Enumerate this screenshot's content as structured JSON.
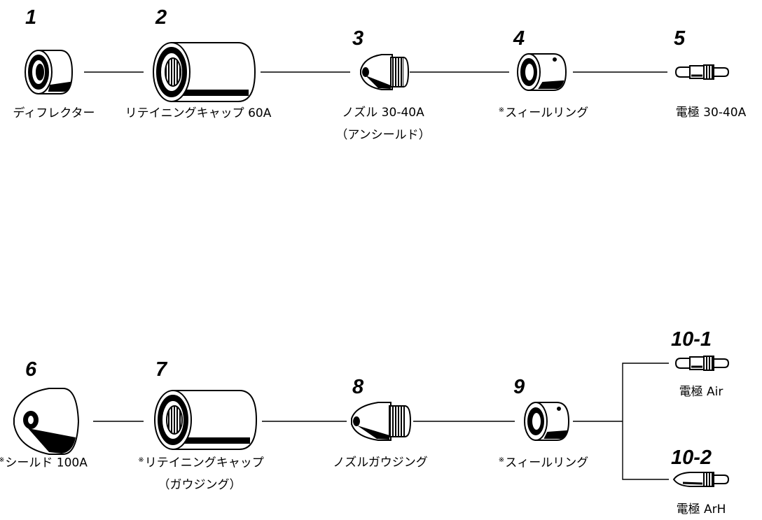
{
  "row1": [
    {
      "number": "1",
      "label": "ディフレクター",
      "note_mark": "",
      "sub": ""
    },
    {
      "number": "2",
      "label": "リテイニングキャップ 60A",
      "note_mark": "",
      "sub": ""
    },
    {
      "number": "3",
      "label": "ノズル 30-40A",
      "note_mark": "",
      "sub": "（アンシールド）"
    },
    {
      "number": "4",
      "label": "スィールリング",
      "note_mark": "※",
      "sub": ""
    },
    {
      "number": "5",
      "label": "電極 30-40A",
      "note_mark": "",
      "sub": ""
    }
  ],
  "row2": [
    {
      "number": "6",
      "label": "シールド 100A",
      "note_mark": "※",
      "sub": ""
    },
    {
      "number": "7",
      "label": "リテイニングキャップ",
      "note_mark": "※",
      "sub": "（ガウジング）"
    },
    {
      "number": "8",
      "label": "ノズルガウジング",
      "note_mark": "",
      "sub": ""
    },
    {
      "number": "9",
      "label": "スィールリング",
      "note_mark": "※",
      "sub": ""
    },
    {
      "number": "10-1",
      "label": "電極 Air",
      "note_mark": "",
      "sub": ""
    },
    {
      "number": "10-2",
      "label": "電極 ArH",
      "note_mark": "",
      "sub": ""
    }
  ]
}
